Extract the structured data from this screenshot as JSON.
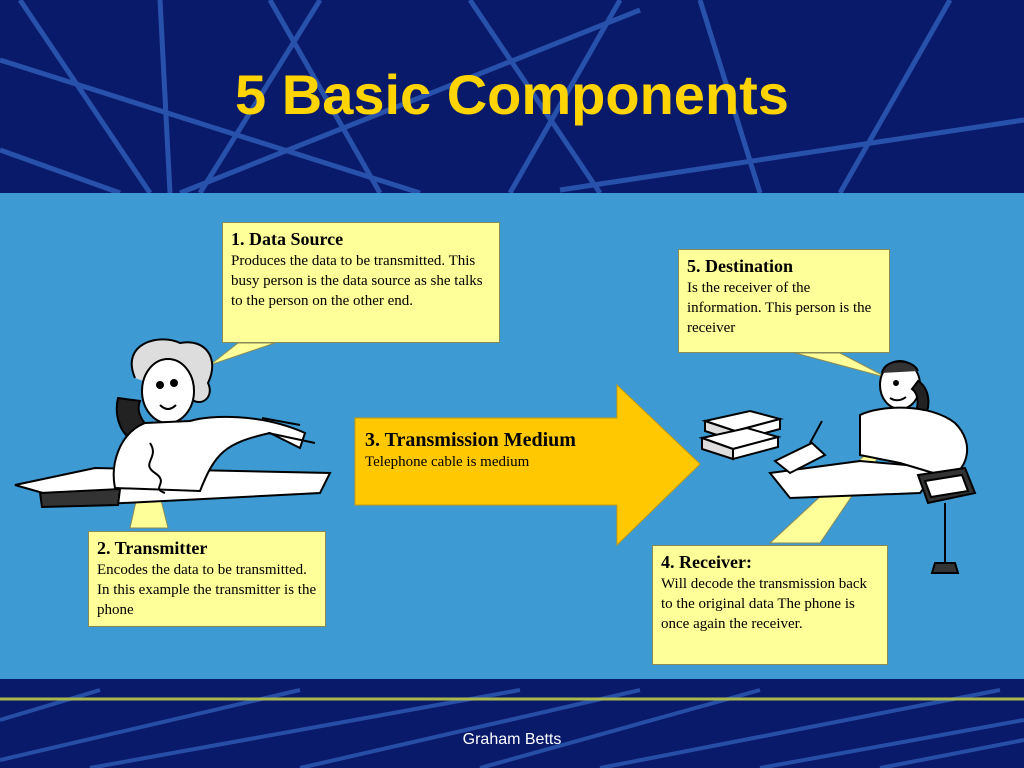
{
  "slide": {
    "title": "5 Basic Components",
    "footer": "Graham Betts"
  },
  "components": [
    {
      "heading": "1. Data Source",
      "body": "Produces the data to be transmitted. This busy person is the data source as she talks to the person on the other end."
    },
    {
      "heading": "2. Transmitter",
      "body": "Encodes the data to be transmitted. In this example the transmitter is the phone"
    },
    {
      "heading": "3. Transmission Medium",
      "body": "Telephone cable is medium"
    },
    {
      "heading": "4. Receiver:",
      "body": "Will decode the transmission back to the original data The phone is once again the receiver."
    },
    {
      "heading": "5. Destination",
      "body": "Is the receiver of the information. This person is the receiver"
    }
  ],
  "colors": {
    "background": "#0a1a6b",
    "title": "#ffd400",
    "panel": "#3d9ad3",
    "callout": "#ffff99",
    "arrow": "#ffc800"
  },
  "icons": [
    "woman-on-phone-illustration",
    "man-on-phone-illustration",
    "books-icon",
    "telephone-icon",
    "desk-phone-icon"
  ]
}
